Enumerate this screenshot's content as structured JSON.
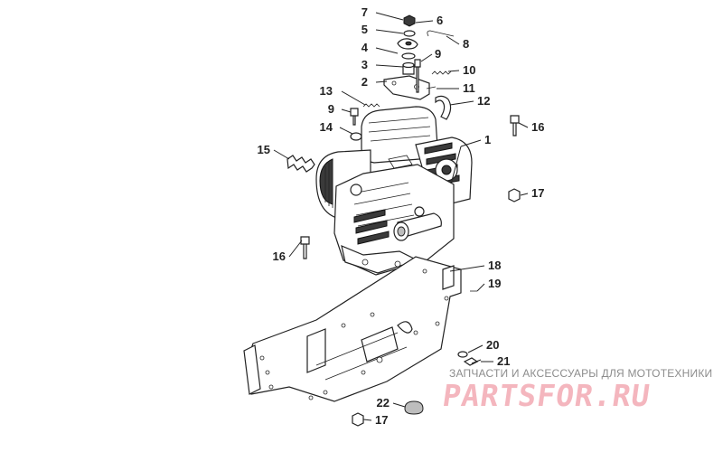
{
  "callouts": [
    {
      "num": "7"
    },
    {
      "num": "6"
    },
    {
      "num": "5"
    },
    {
      "num": "8"
    },
    {
      "num": "4"
    },
    {
      "num": "9"
    },
    {
      "num": "3"
    },
    {
      "num": "10"
    },
    {
      "num": "2"
    },
    {
      "num": "11"
    },
    {
      "num": "13"
    },
    {
      "num": "12"
    },
    {
      "num": "9"
    },
    {
      "num": "14"
    },
    {
      "num": "1"
    },
    {
      "num": "16"
    },
    {
      "num": "15"
    },
    {
      "num": "17"
    },
    {
      "num": "16"
    },
    {
      "num": "18"
    },
    {
      "num": "19"
    },
    {
      "num": "20"
    },
    {
      "num": "21"
    },
    {
      "num": "22"
    },
    {
      "num": "17"
    }
  ],
  "watermark": {
    "caption": "ЗАПЧАСТИ И АКСЕССУАРЫ ДЛЯ МОТОТЕХНИКИ",
    "logo": "PARTSFOR.RU"
  },
  "colors": {
    "line": "#222222",
    "watermark_logo": "#f4b6be",
    "watermark_caption": "#8c8c8c"
  }
}
